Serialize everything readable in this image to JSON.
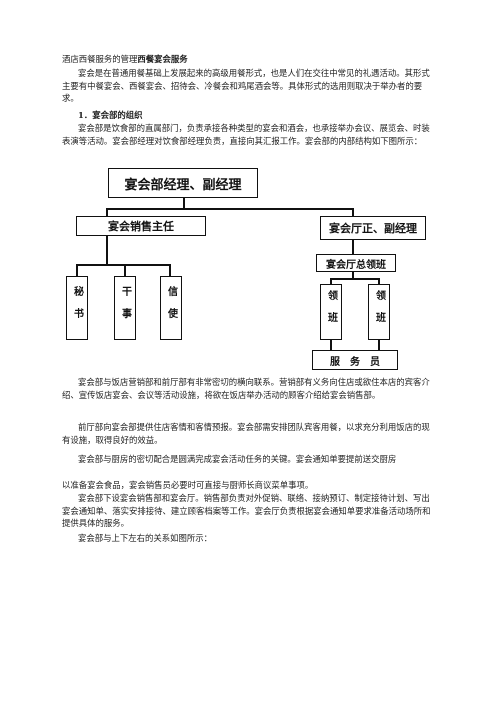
{
  "doc": {
    "title_prefix": "酒店西餐服务的管理",
    "title_bold": "西餐宴会服务",
    "para1": "宴会是在普通用餐基础上发展起来的高级用餐形式，也是人们在交往中常见的礼遇活动。其形式主要有中餐宴会、西餐宴会、招待会、冷餐会和鸡尾酒会等。具体形式的选用则取决于举办者的要求。",
    "heading1": "1．宴会部的组织",
    "para2": "宴会部是饮食部的直属部门，负责承接各种类型的宴会和酒会，也承接举办会议、展览会、时装表演等活动。宴会部经理对饮食部经理负责，直接向其汇报工作。宴会部的内部结构如下图所示：",
    "para3": "宴会部与饭店营销部和前厅部有非常密切的横向联系。营销部有义务向住店或欲住本店的宾客介绍、宣传饭店宴会、会议等活动设施，将欲在饭店举办活动的顾客介绍给宴会销售部。",
    "para4": "前厅部向宴会部提供住店客情和客情预报。宴会部需安排团队宾客用餐，以求充分利用饭店的现有设施，取得良好的效益。",
    "para5a": "宴会部与厨房的密切配合是圆满完成宴会活动任务的关键。宴会通知单要提前送交厨房",
    "para5b": "以准备宴会食品，宴会销售员必要时可直接与厨师长商议菜单事项。",
    "para6": "宴会部下设宴会销售部和宴会厅。销售部负责对外促销、联络、接纳预订、制定接待计划、写出宴会通知单、落实安排接待、建立顾客档案等工作。宴会厅负责根据宴会通知单要求准备活动场所和提供具体的服务。",
    "para7": "宴会部与上下左右的关系如图所示："
  },
  "org": {
    "top": "宴会部经理、副经理",
    "sales_head": "宴会销售主任",
    "hall_head": "宴会厅正、副经理",
    "hall_captain": "宴会厅总领班",
    "secretary": "秘书",
    "clerk": "干事",
    "messenger": "信使",
    "captain1": "领班",
    "captain2": "领班",
    "waiters": "服　务　员"
  }
}
